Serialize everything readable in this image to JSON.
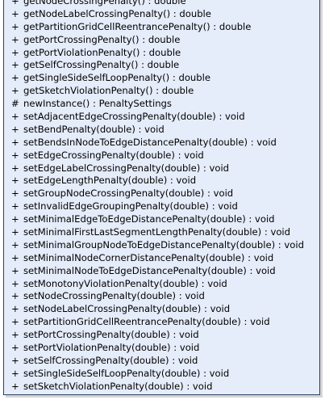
{
  "members": [
    {
      "visibility": "+",
      "signature": "getNodeCrossingPenalty() : double"
    },
    {
      "visibility": "+",
      "signature": "getNodeLabelCrossingPenalty() : double"
    },
    {
      "visibility": "+",
      "signature": "getPartitionGridCellReentrancePenalty() : double"
    },
    {
      "visibility": "+",
      "signature": "getPortCrossingPenalty() : double"
    },
    {
      "visibility": "+",
      "signature": "getPortViolationPenalty() : double"
    },
    {
      "visibility": "+",
      "signature": "getSelfCrossingPenalty() : double"
    },
    {
      "visibility": "+",
      "signature": "getSingleSideSelfLoopPenalty() : double"
    },
    {
      "visibility": "+",
      "signature": "getSketchViolationPenalty() : double"
    },
    {
      "visibility": "#",
      "signature": "newInstance() : PenaltySettings"
    },
    {
      "visibility": "+",
      "signature": "setAdjacentEdgeCrossingPenalty(double) : void"
    },
    {
      "visibility": "+",
      "signature": "setBendPenalty(double) : void"
    },
    {
      "visibility": "+",
      "signature": "setBendsInNodeToEdgeDistancePenalty(double) : void"
    },
    {
      "visibility": "+",
      "signature": "setEdgeCrossingPenalty(double) : void"
    },
    {
      "visibility": "+",
      "signature": "setEdgeLabelCrossingPenalty(double) : void"
    },
    {
      "visibility": "+",
      "signature": "setEdgeLengthPenalty(double) : void"
    },
    {
      "visibility": "+",
      "signature": "setGroupNodeCrossingPenalty(double) : void"
    },
    {
      "visibility": "+",
      "signature": "setInvalidEdgeGroupingPenalty(double) : void"
    },
    {
      "visibility": "+",
      "signature": "setMinimalEdgeToEdgeDistancePenalty(double) : void"
    },
    {
      "visibility": "+",
      "signature": "setMinimalFirstLastSegmentLengthPenalty(double) : void"
    },
    {
      "visibility": "+",
      "signature": "setMinimalGroupNodeToEdgeDistancePenalty(double) : void"
    },
    {
      "visibility": "+",
      "signature": "setMinimalNodeCornerDistancePenalty(double) : void"
    },
    {
      "visibility": "+",
      "signature": "setMinimalNodeToEdgeDistancePenalty(double) : void"
    },
    {
      "visibility": "+",
      "signature": "setMonotonyViolationPenalty(double) : void"
    },
    {
      "visibility": "+",
      "signature": "setNodeCrossingPenalty(double) : void"
    },
    {
      "visibility": "+",
      "signature": "setNodeLabelCrossingPenalty(double) : void"
    },
    {
      "visibility": "+",
      "signature": "setPartitionGridCellReentrancePenalty(double) : void"
    },
    {
      "visibility": "+",
      "signature": "setPortCrossingPenalty(double) : void"
    },
    {
      "visibility": "+",
      "signature": "setPortViolationPenalty(double) : void"
    },
    {
      "visibility": "+",
      "signature": "setSelfCrossingPenalty(double) : void"
    },
    {
      "visibility": "+",
      "signature": "setSingleSideSelfLoopPenalty(double) : void"
    },
    {
      "visibility": "+",
      "signature": "setSketchViolationPenalty(double) : void"
    }
  ]
}
